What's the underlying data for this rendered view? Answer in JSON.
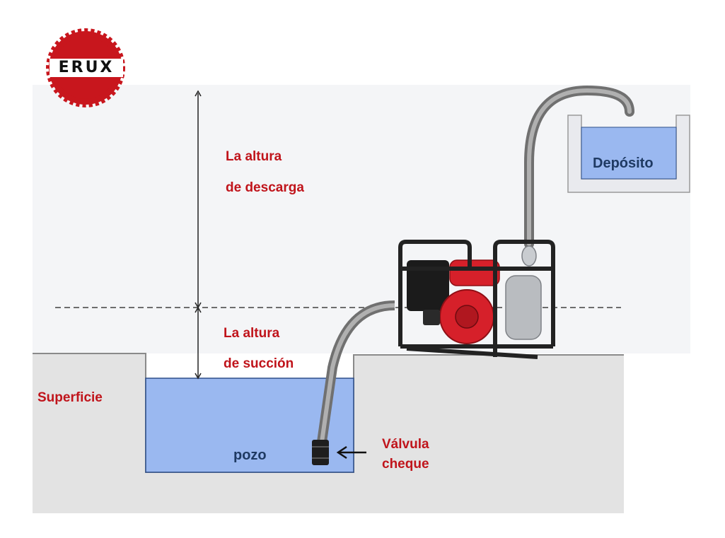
{
  "logo": {
    "text": "ERUX"
  },
  "labels": {
    "discharge_head_line1": "La altura",
    "discharge_head_line2": "de descarga",
    "suction_head_line1": "La altura",
    "suction_head_line2": "de succión",
    "surface": "Superficie",
    "check_valve_line1": "Válvula",
    "check_valve_line2": "cheque",
    "well": "pozo",
    "tank": "Depósito"
  },
  "colors": {
    "label_red": "#c0141b",
    "water_blue": "#9ab8f0",
    "ground_gray": "#e3e3e3",
    "pump_red": "#d6202a",
    "hose_gray": "#7a7a7a"
  }
}
